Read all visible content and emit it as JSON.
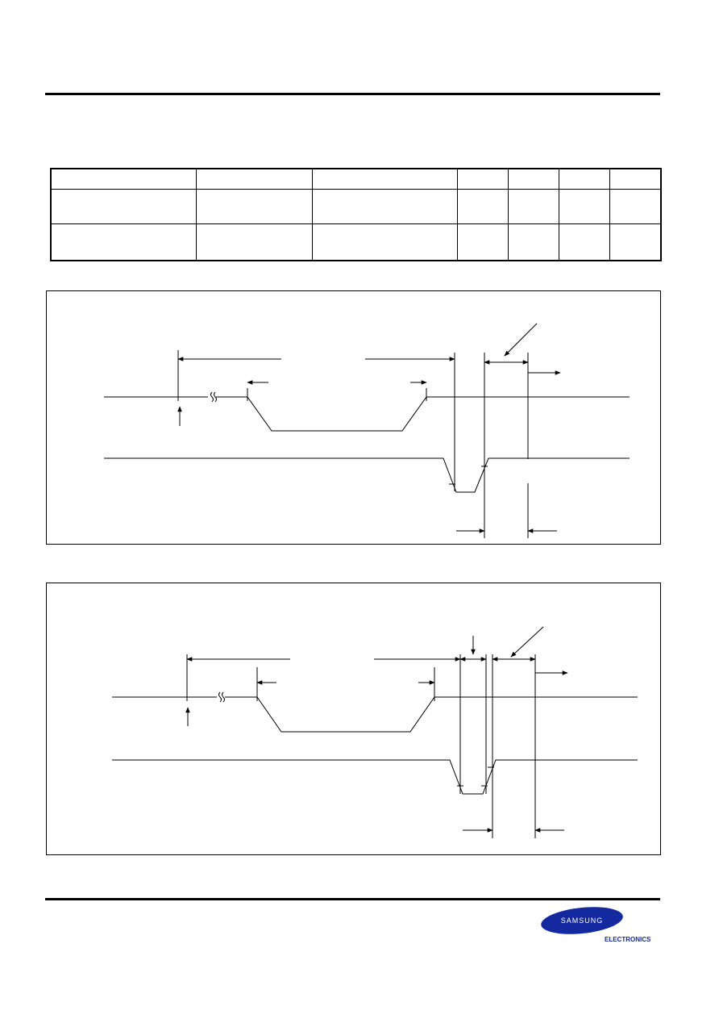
{
  "brand": {
    "name": "SAMSUNG",
    "subtitle": "ELECTRONICS",
    "color": "#1428a0"
  },
  "table": {
    "rows": 3,
    "columns": 7
  },
  "diagrams": [
    {
      "id": "timing-diagram-1"
    },
    {
      "id": "timing-diagram-2"
    }
  ]
}
